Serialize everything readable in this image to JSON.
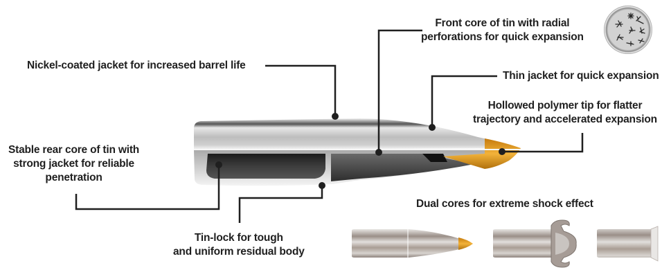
{
  "diagram": {
    "subject": "Dual-core bullet cross-section",
    "colors": {
      "text": "#1f1f1f",
      "leader_line": "#1f1f1f",
      "jacket_light": "#e6e6e6",
      "jacket_mid": "#b9b9b9",
      "core_dark": "#3a3a3a",
      "tip_orange": "#e29a1a",
      "tip_dark": "#b8730d"
    },
    "callouts": [
      {
        "id": "front-core",
        "lines": [
          "Front core of tin with radial",
          "perforations for quick expansion"
        ]
      },
      {
        "id": "nickel-jacket",
        "lines": [
          "Nickel-coated jacket for increased barrel life"
        ]
      },
      {
        "id": "thin-jacket",
        "lines": [
          "Thin jacket for quick expansion"
        ]
      },
      {
        "id": "polymer-tip",
        "lines": [
          "Hollowed polymer tip for flatter",
          "trajectory and accelerated expansion"
        ]
      },
      {
        "id": "rear-core",
        "lines": [
          "Stable rear core of tin with",
          "strong jacket for reliable",
          "penetration"
        ]
      },
      {
        "id": "tin-lock",
        "lines": [
          "Tin-lock for tough",
          "and uniform residual body"
        ]
      }
    ],
    "inset": {
      "title": "Dual cores for extreme shock effect",
      "stages": [
        "intact-bullet",
        "expanded-front-core",
        "residual-rear-body"
      ]
    },
    "cross_section_icon": "radial-perforations-icon"
  }
}
